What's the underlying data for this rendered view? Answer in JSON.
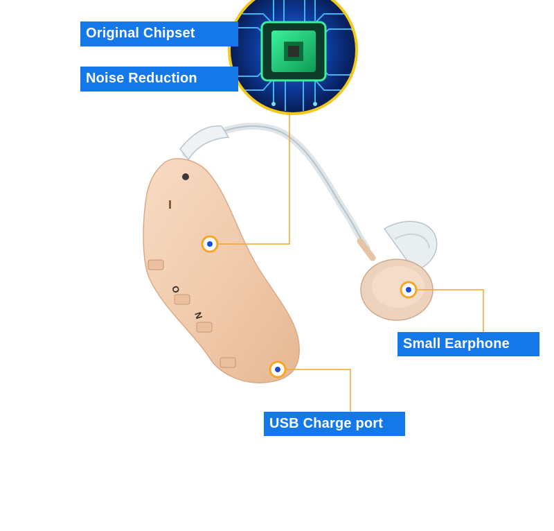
{
  "labels": {
    "chipset": "Original Chipset",
    "noise": "Noise Reduction",
    "earphone": "Small Earphone",
    "usb": "USB Charge port"
  },
  "device": {
    "switch_marks": [
      "O",
      "N"
    ]
  },
  "colors": {
    "label_bg": "#1478e8",
    "leader_line": "#f5a623",
    "body_skin": "#f2cfb2",
    "hotspot_dot": "#1a4bd8",
    "chip_green": "#1fd07a",
    "circuit_bg": "#0a2a6e",
    "ring_gold": "#f2c81a"
  },
  "icons": [
    "chip-icon",
    "hotspot-dot-icon"
  ]
}
